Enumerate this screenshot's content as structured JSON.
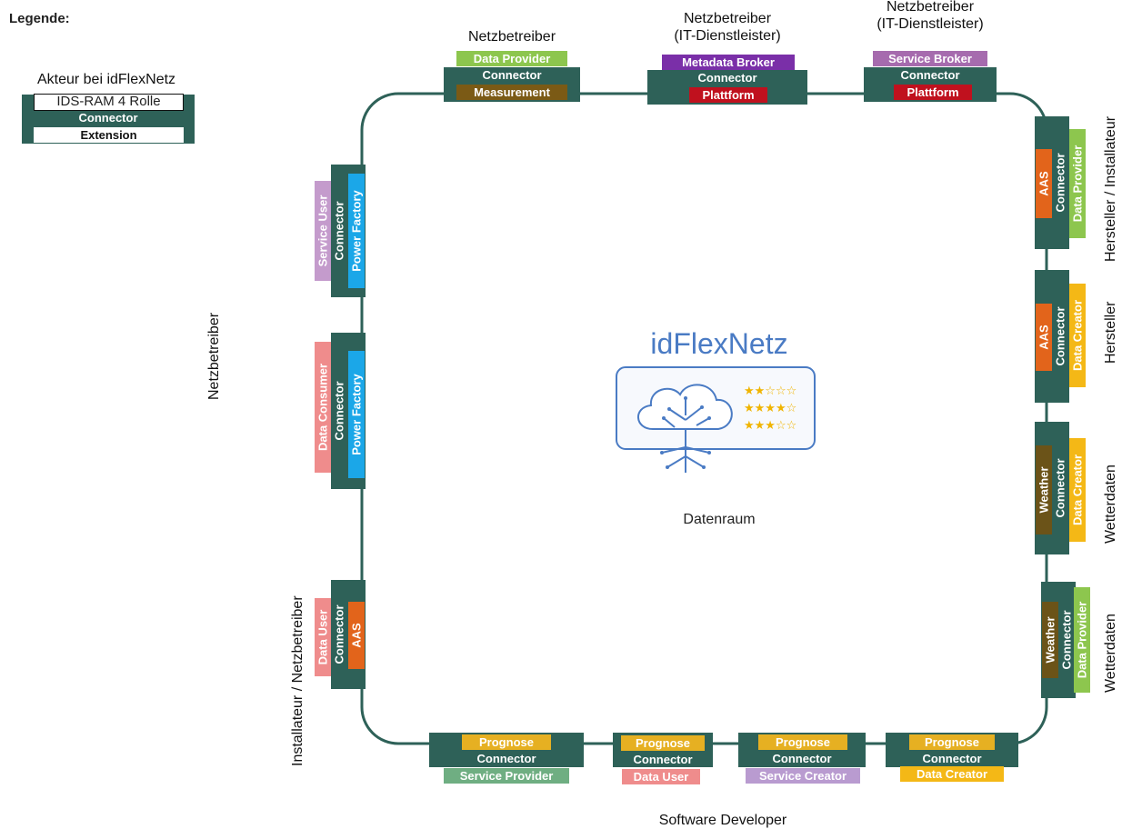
{
  "legend": {
    "title": "Legende:",
    "actor": "Akteur bei idFlexNetz",
    "role": "IDS-RAM 4 Rolle",
    "connector": "Connector",
    "extension": "Extension"
  },
  "center": {
    "title": "idFlexNetz",
    "subtitle": "Datenraum"
  },
  "connector_label": "Connector",
  "top": [
    {
      "actor": "Netzbetreiber",
      "role": "Data Provider",
      "extension": "Measurement"
    },
    {
      "actor": "Netzbetreiber\n(IT-Dienstleister)",
      "role": "Metadata Broker",
      "extension": "Plattform"
    },
    {
      "actor": "Netzbetreiber\n(IT-Dienstleister)",
      "role": "Service Broker",
      "extension": "Plattform"
    }
  ],
  "left": {
    "actor_upper": "Netzbetreiber",
    "actor_lower": "Installateur / Netzbetreiber",
    "nodes": [
      {
        "role": "Service User",
        "extension": "Power Factory"
      },
      {
        "role": "Data Consumer",
        "extension": "Power Factory"
      },
      {
        "role": "Data User",
        "extension": "AAS"
      }
    ]
  },
  "right": [
    {
      "actor": "Hersteller / Installateur",
      "role": "Data Provider",
      "extension": "AAS"
    },
    {
      "actor": "Hersteller",
      "role": "Data Creator",
      "extension": "AAS"
    },
    {
      "actor": "Wetterdaten",
      "role": "Data Creator",
      "extension": "Weather"
    },
    {
      "actor": "Wetterdaten",
      "role": "Data Provider",
      "extension": "Weather"
    }
  ],
  "bottom": {
    "actor": "Software Developer",
    "nodes": [
      {
        "role": "Service Provider",
        "extension": "Prognose"
      },
      {
        "role": "Data User",
        "extension": "Prognose"
      },
      {
        "role": "Service Creator",
        "extension": "Prognose"
      },
      {
        "role": "Data Creator",
        "extension": "Prognose"
      }
    ]
  },
  "colors": {
    "connector": "#2e6158",
    "ring": "#2e6158",
    "data_provider": "#8dc64e",
    "metadata_broker": "#7a2fa8",
    "service_broker": "#a66bae",
    "service_user": "#c49bcc",
    "data_consumer": "#ef8c8c",
    "data_user": "#ef8c8c",
    "data_creator": "#f4b816",
    "service_provider": "#6fae82",
    "service_creator": "#b99bd0",
    "measurement": "#7b5a15",
    "plattform": "#c0111e",
    "power_factory": "#1ba7e8",
    "aas": "#e2641b",
    "weather": "#6b5318",
    "prognose": "#e6b022",
    "logo_blue": "#4a7bc4",
    "star_gold": "#f0b400"
  }
}
